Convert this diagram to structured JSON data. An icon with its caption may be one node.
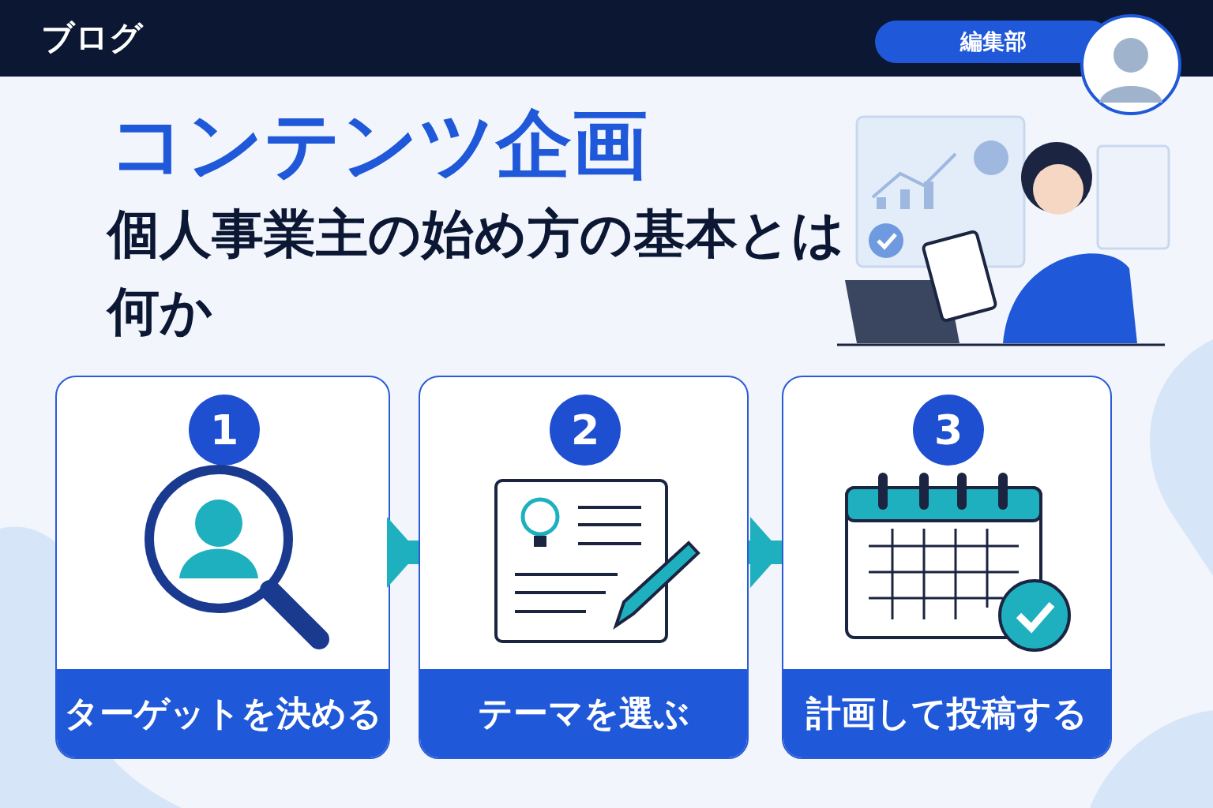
{
  "diagram": {
    "title": "コンテンツ企画",
    "nodes": [
      {
        "text": [
          "1",
          "ターゲットを決める"
        ]
      },
      {
        "text": [
          "2",
          "テーマを選ぶ"
        ]
      },
      {
        "text": [
          "3",
          "計画して投稿する"
        ]
      }
    ],
    "edges": [
      {
        "from": 0,
        "to": 1,
        "arrow": "to"
      },
      {
        "from": 1,
        "to": 2,
        "arrow": "to"
      }
    ],
    "labels": [
      "ブログ",
      "編集部",
      "個人事業主の始め方の基本とは何か"
    ]
  }
}
